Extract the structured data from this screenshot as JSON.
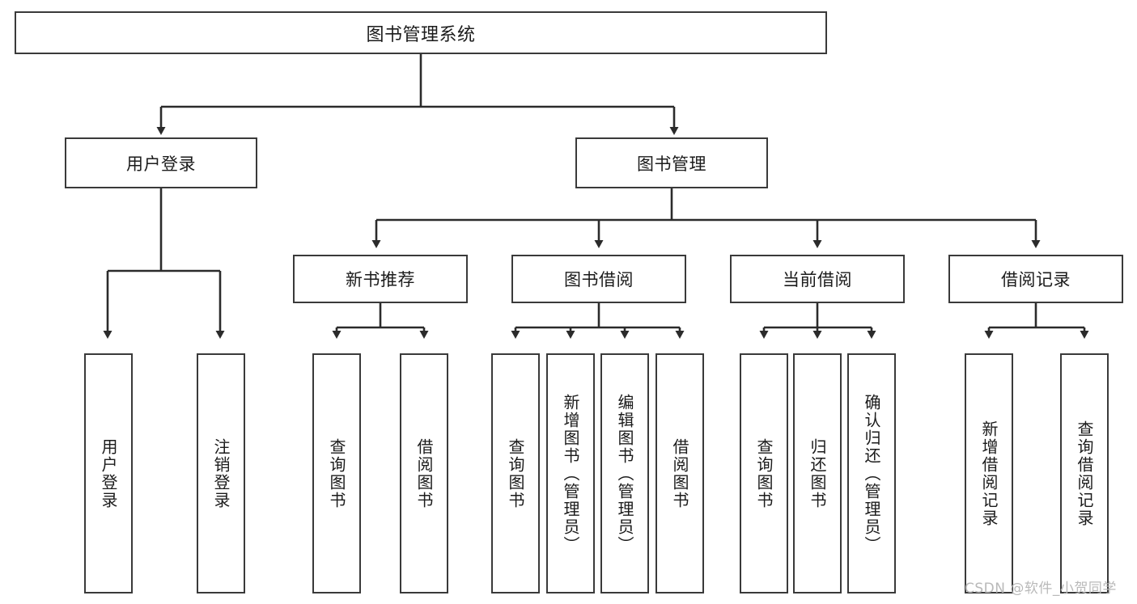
{
  "diagram": {
    "title": "图书管理系统",
    "type": "hierarchy-tree",
    "watermark": "CSDN @软件_小贺同学",
    "colors": {
      "box_border": "#3a3a3a",
      "box_fill": "#ffffff",
      "connector": "#2b2b2b",
      "text": "#1b1b1b",
      "watermark": "#b9b9b9"
    },
    "levels": {
      "level1": [
        {
          "id": "root",
          "label": "图书管理系统"
        }
      ],
      "level2": [
        {
          "id": "user-login",
          "label": "用户登录"
        },
        {
          "id": "book-manage",
          "label": "图书管理"
        }
      ],
      "level3": [
        {
          "id": "new-book-rec",
          "label": "新书推荐"
        },
        {
          "id": "book-borrow",
          "label": "图书借阅"
        },
        {
          "id": "current-borrow",
          "label": "当前借阅"
        },
        {
          "id": "borrow-record",
          "label": "借阅记录"
        }
      ],
      "level4": [
        {
          "id": "leaf-user-login",
          "label": "用户登录",
          "parent": "user-login"
        },
        {
          "id": "leaf-user-logout",
          "label": "注销登录",
          "parent": "user-login"
        },
        {
          "id": "leaf-query-book-1",
          "label": "查询图书",
          "parent": "new-book-rec"
        },
        {
          "id": "leaf-borrow-book-1",
          "label": "借阅图书",
          "parent": "new-book-rec"
        },
        {
          "id": "leaf-query-book-2",
          "label": "查询图书",
          "parent": "book-borrow"
        },
        {
          "id": "leaf-add-book",
          "label": "新增图书（管理员）",
          "parent": "book-borrow"
        },
        {
          "id": "leaf-edit-book",
          "label": "编辑图书（管理员）",
          "parent": "book-borrow"
        },
        {
          "id": "leaf-borrow-book-2",
          "label": "借阅图书",
          "parent": "book-borrow"
        },
        {
          "id": "leaf-query-book-3",
          "label": "查询图书",
          "parent": "current-borrow"
        },
        {
          "id": "leaf-return-book",
          "label": "归还图书",
          "parent": "current-borrow"
        },
        {
          "id": "leaf-confirm-return",
          "label": "确认归还（管理员）",
          "parent": "current-borrow"
        },
        {
          "id": "leaf-add-record",
          "label": "新增借阅记录",
          "parent": "borrow-record"
        },
        {
          "id": "leaf-query-record",
          "label": "查询借阅记录",
          "parent": "borrow-record"
        }
      ]
    }
  }
}
